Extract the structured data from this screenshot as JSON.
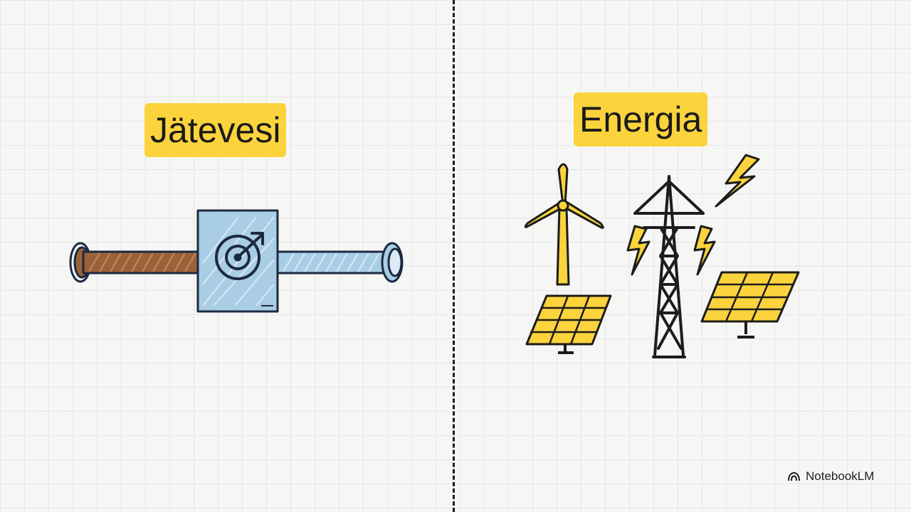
{
  "left_panel": {
    "label": "Jätevesi",
    "icon": "wastewater-pipe-meter-icon"
  },
  "right_panel": {
    "label": "Energia",
    "icons": [
      "wind-turbine-icon",
      "power-pylon-icon",
      "lightning-bolt-icon",
      "solar-panel-icon"
    ]
  },
  "brand": {
    "name": "NotebookLM",
    "icon": "notebooklm-logo-icon"
  },
  "colors": {
    "highlight": "#fbd33c",
    "pipe_blue": "#aacde6",
    "pipe_brown": "#9a6238",
    "background": "#f6f6f4",
    "ink": "#1c1c1c"
  }
}
